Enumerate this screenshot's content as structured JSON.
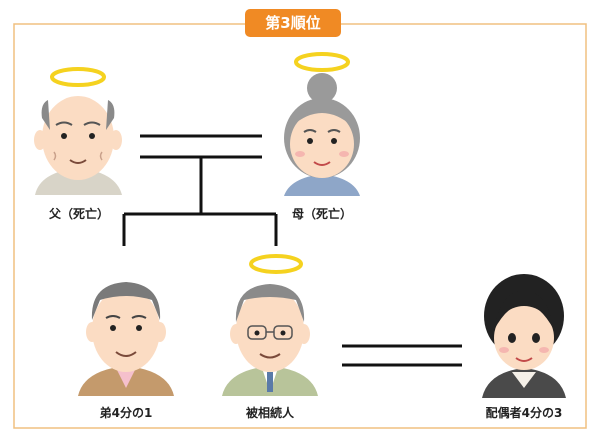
{
  "badge": {
    "label": "第3順位"
  },
  "people": {
    "father": {
      "label": "父（死亡）",
      "deceased": true
    },
    "mother": {
      "label": "母（死亡）",
      "deceased": true
    },
    "sibling": {
      "label": "弟4分の1",
      "deceased": false
    },
    "decedent": {
      "label": "被相続人",
      "deceased": true
    },
    "spouse": {
      "label": "配偶者4分の3",
      "deceased": false
    }
  },
  "colors": {
    "frame_border": "#f0c080",
    "badge": "#f08a24",
    "halo": "#f5d21f",
    "skin": "#fbdcc3",
    "line": "#111111"
  }
}
